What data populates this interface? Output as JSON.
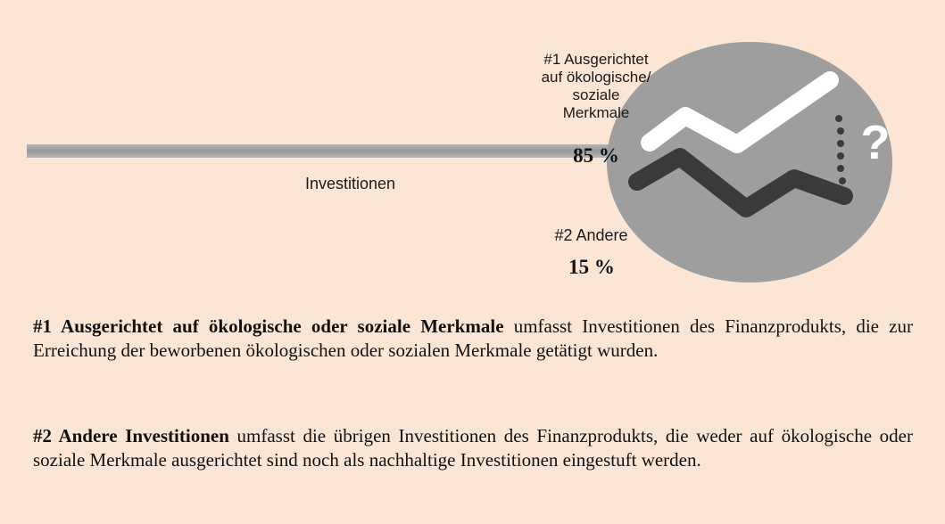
{
  "diagram": {
    "root_label": "Investitionen",
    "categories": [
      {
        "label": "#1 Ausgerichtet\nauf ökologische/\nsoziale\nMerkmale",
        "percent": "85 %",
        "share": 85
      },
      {
        "label": "#2 Andere",
        "percent": "15 %",
        "share": 15
      }
    ],
    "icon": {
      "question_mark": "?",
      "circle_color": "#9e9e9e",
      "line_light": "#ffffff",
      "line_dark": "#3a3a3a"
    },
    "bar_color": "#9a9a9a",
    "background": "#fbe6d5"
  },
  "descriptions": [
    {
      "term": "#1 Ausgerichtet auf ökologische oder soziale Merkmale",
      "text": " umfasst Investitionen des Finanzprodukts, die zur Erreichung der beworbenen ökologischen oder sozialen Merkmale getätigt wurden."
    },
    {
      "term": "#2 Andere Investitionen",
      "text": " umfasst die übrigen Investitionen des Finanzprodukts, die weder auf ökologische oder soziale Merkmale ausgerichtet sind noch als nachhaltige Investitionen eingestuft werden."
    }
  ]
}
